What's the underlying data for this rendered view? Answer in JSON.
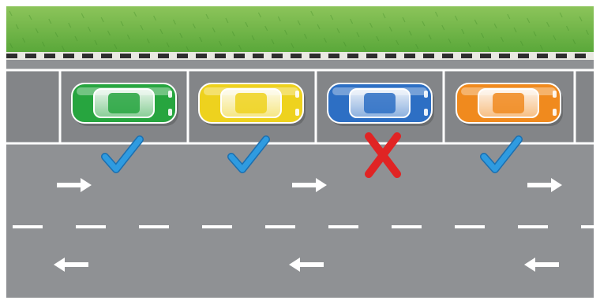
{
  "scene": {
    "colors": {
      "grass": "#5aa83a",
      "grass_light": "#8cc45a",
      "road": "#8f9194",
      "road_dark": "#838588",
      "lane_marking": "#ffffff",
      "curb_dark": "#2e2e2e",
      "curb_light": "#e9e9e2",
      "check": "#2f9be0",
      "cross": "#e02424"
    },
    "parking_spaces": [
      {
        "car_color": "green",
        "car_hex": "#27a53f",
        "parking_allowed": true,
        "mark": "check-icon"
      },
      {
        "car_color": "yellow",
        "car_hex": "#eed21e",
        "parking_allowed": true,
        "mark": "check-icon"
      },
      {
        "car_color": "blue",
        "car_hex": "#2d6fc4",
        "parking_allowed": false,
        "mark": "cross-icon"
      },
      {
        "car_color": "orange",
        "car_hex": "#f08a1e",
        "parking_allowed": true,
        "mark": "check-icon"
      }
    ],
    "lanes": [
      {
        "direction": "right",
        "arrow_count": 3
      },
      {
        "direction": "left",
        "arrow_count": 3
      }
    ]
  }
}
